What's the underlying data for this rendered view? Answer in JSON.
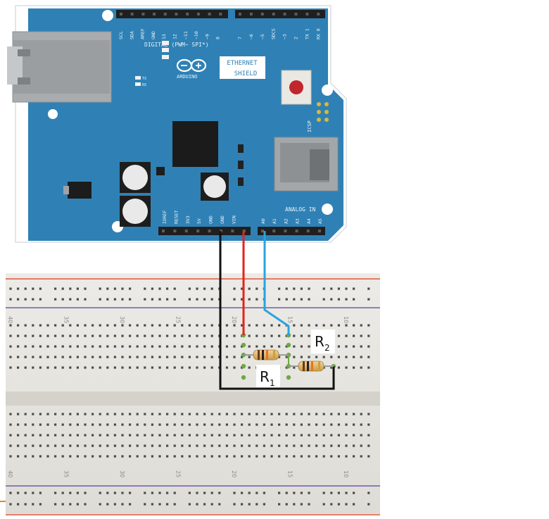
{
  "shield": {
    "brand": "ARDUINO",
    "title_line1": "ETHERNET",
    "title_line2": "SHIELD",
    "digital_label": "DIGITAL (PWM~ SPI*)",
    "icsp_label": "ICSP",
    "analog_label": "ANALOG IN",
    "top_pin_labels_a": [
      "SCL",
      "SDA",
      "AREF",
      "GND",
      "13",
      "12",
      "~11",
      "~10",
      "~9",
      "8"
    ],
    "top_pin_labels_b": [
      "7",
      "~6",
      "~5",
      "SDCS",
      "~3",
      "2",
      "TX 1",
      "RX 0"
    ],
    "power_pin_labels": [
      "IOREF",
      "RESET",
      "3V3",
      "5V",
      "GND",
      "GND",
      "VIN"
    ],
    "analog_pin_labels": [
      "A0",
      "A1",
      "A2",
      "A3",
      "A4",
      "A5"
    ],
    "led_labels": [
      "TX",
      "RX"
    ]
  },
  "breadboard": {
    "column_numbers": [
      "40",
      "35",
      "30",
      "25",
      "20",
      "15",
      "10"
    ]
  },
  "resistors": {
    "r1": {
      "letter": "R",
      "subscript": "1"
    },
    "r2": {
      "letter": "R",
      "subscript": "2"
    }
  },
  "colors": {
    "board_blue": "#2f81b5",
    "wire_red": "#e4231b",
    "wire_blue": "#2aa3dd",
    "wire_black": "#111111",
    "rail_red": "#e0553a",
    "rail_blue": "#6c5fa8",
    "breadboard": "#e9e7e2"
  }
}
